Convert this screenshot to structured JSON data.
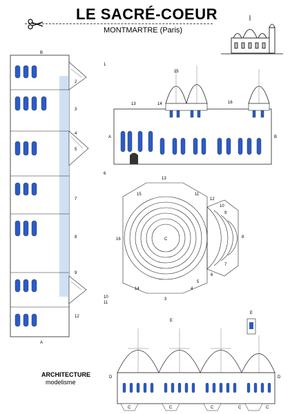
{
  "header": {
    "title": "LE SACRÉ-COEUR",
    "subtitle": "MONTMARTRE (Paris)"
  },
  "logo": {
    "line1": "ARCHITECTURE",
    "line2": "modelisme"
  },
  "colors": {
    "window_blue": "#2a5cc8",
    "sky_blue": "#cfe0f3",
    "line": "#222222"
  },
  "icons": [
    "scissors-icon"
  ],
  "labels": {
    "left_strip": [
      "B",
      "1",
      "2",
      "3",
      "4",
      "5",
      "6",
      "7",
      "8",
      "9",
      "10",
      "11",
      "12",
      "A"
    ],
    "elevation": [
      "13",
      "14",
      "15",
      "16",
      "A",
      "B"
    ],
    "floor_plan": [
      "13",
      "15",
      "11",
      "12",
      "10",
      "9",
      "8",
      "7",
      "6",
      "5",
      "4",
      "3",
      "14",
      "16",
      "C"
    ],
    "dome_strip": [
      "E",
      "E",
      "D",
      "D",
      "C",
      "C",
      "C",
      "C",
      "C"
    ]
  }
}
